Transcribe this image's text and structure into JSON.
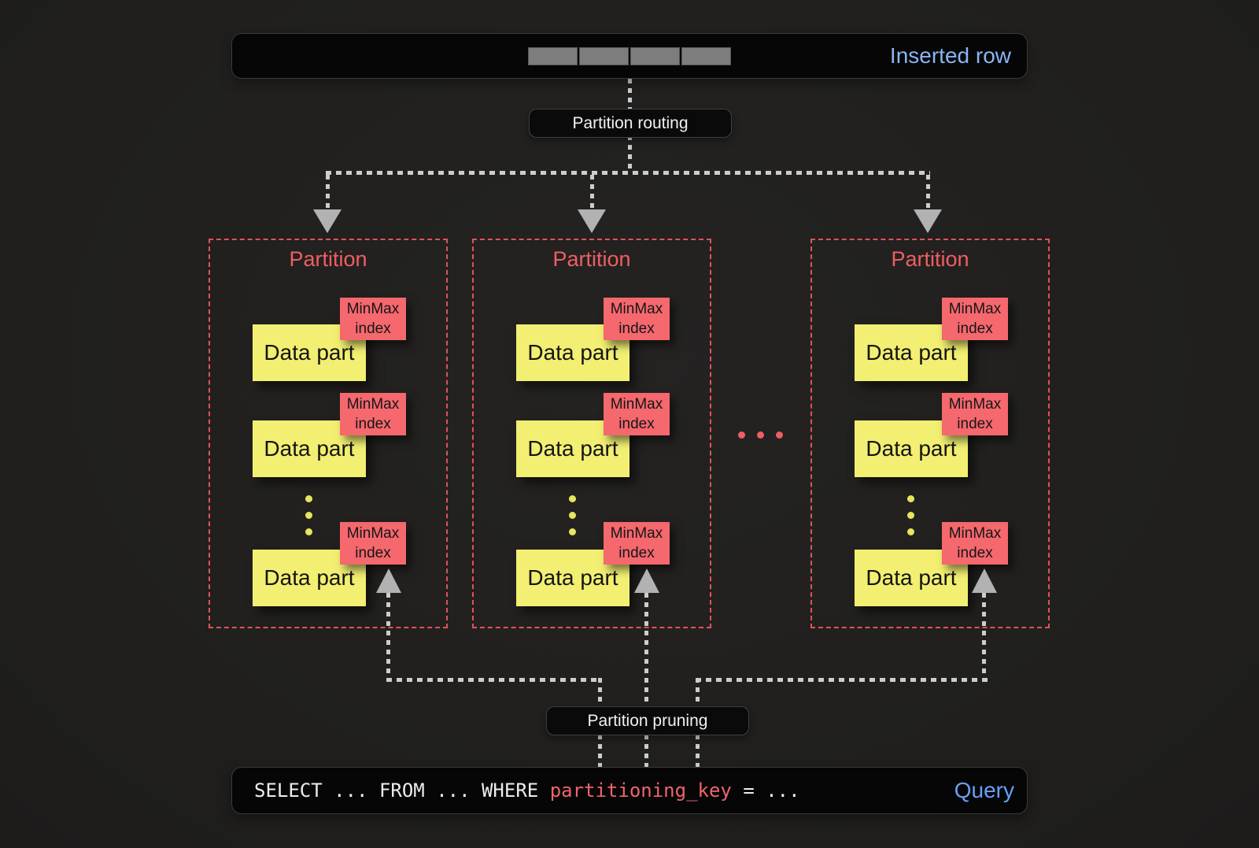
{
  "inserted_row_bar": {
    "label": "Inserted row",
    "cell_count": 4
  },
  "routing_label": "Partition routing",
  "pruning_label": "Partition pruning",
  "partitions": [
    {
      "title": "Partition",
      "parts": [
        {
          "label": "Data part",
          "index_label": "MinMax index"
        },
        {
          "label": "Data part",
          "index_label": "MinMax index"
        },
        {
          "label": "Data part",
          "index_label": "MinMax index"
        }
      ],
      "more_parts_indicator": "⋮"
    },
    {
      "title": "Partition",
      "parts": [
        {
          "label": "Data part",
          "index_label": "MinMax index"
        },
        {
          "label": "Data part",
          "index_label": "MinMax index"
        },
        {
          "label": "Data part",
          "index_label": "MinMax index"
        }
      ],
      "more_parts_indicator": "⋮"
    },
    {
      "title": "Partition",
      "parts": [
        {
          "label": "Data part",
          "index_label": "MinMax index"
        },
        {
          "label": "Data part",
          "index_label": "MinMax index"
        },
        {
          "label": "Data part",
          "index_label": "MinMax index"
        }
      ],
      "more_parts_indicator": "⋮"
    }
  ],
  "more_partitions_indicator": "...",
  "query_bar": {
    "sql_prefix": "SELECT ... FROM ... WHERE ",
    "sql_key": "partitioning_key",
    "sql_suffix": " = ...",
    "label": "Query"
  },
  "colors": {
    "background": "#21201e",
    "bar_background": "#060606",
    "inserted_row_blue": "#8ab4f4",
    "query_blue": "#66a1f7",
    "salmon_red": "#ef5e62",
    "partition_border_red": "#dd5458",
    "data_part_yellow": "#f2ef72",
    "minmax_pink": "#f4686e",
    "sql_key_pink": "#ef646c",
    "line_gray": "#cdcdcd",
    "arrow_gray": "#b2b2b2",
    "row_cell_gray": "#7d7d7d"
  }
}
